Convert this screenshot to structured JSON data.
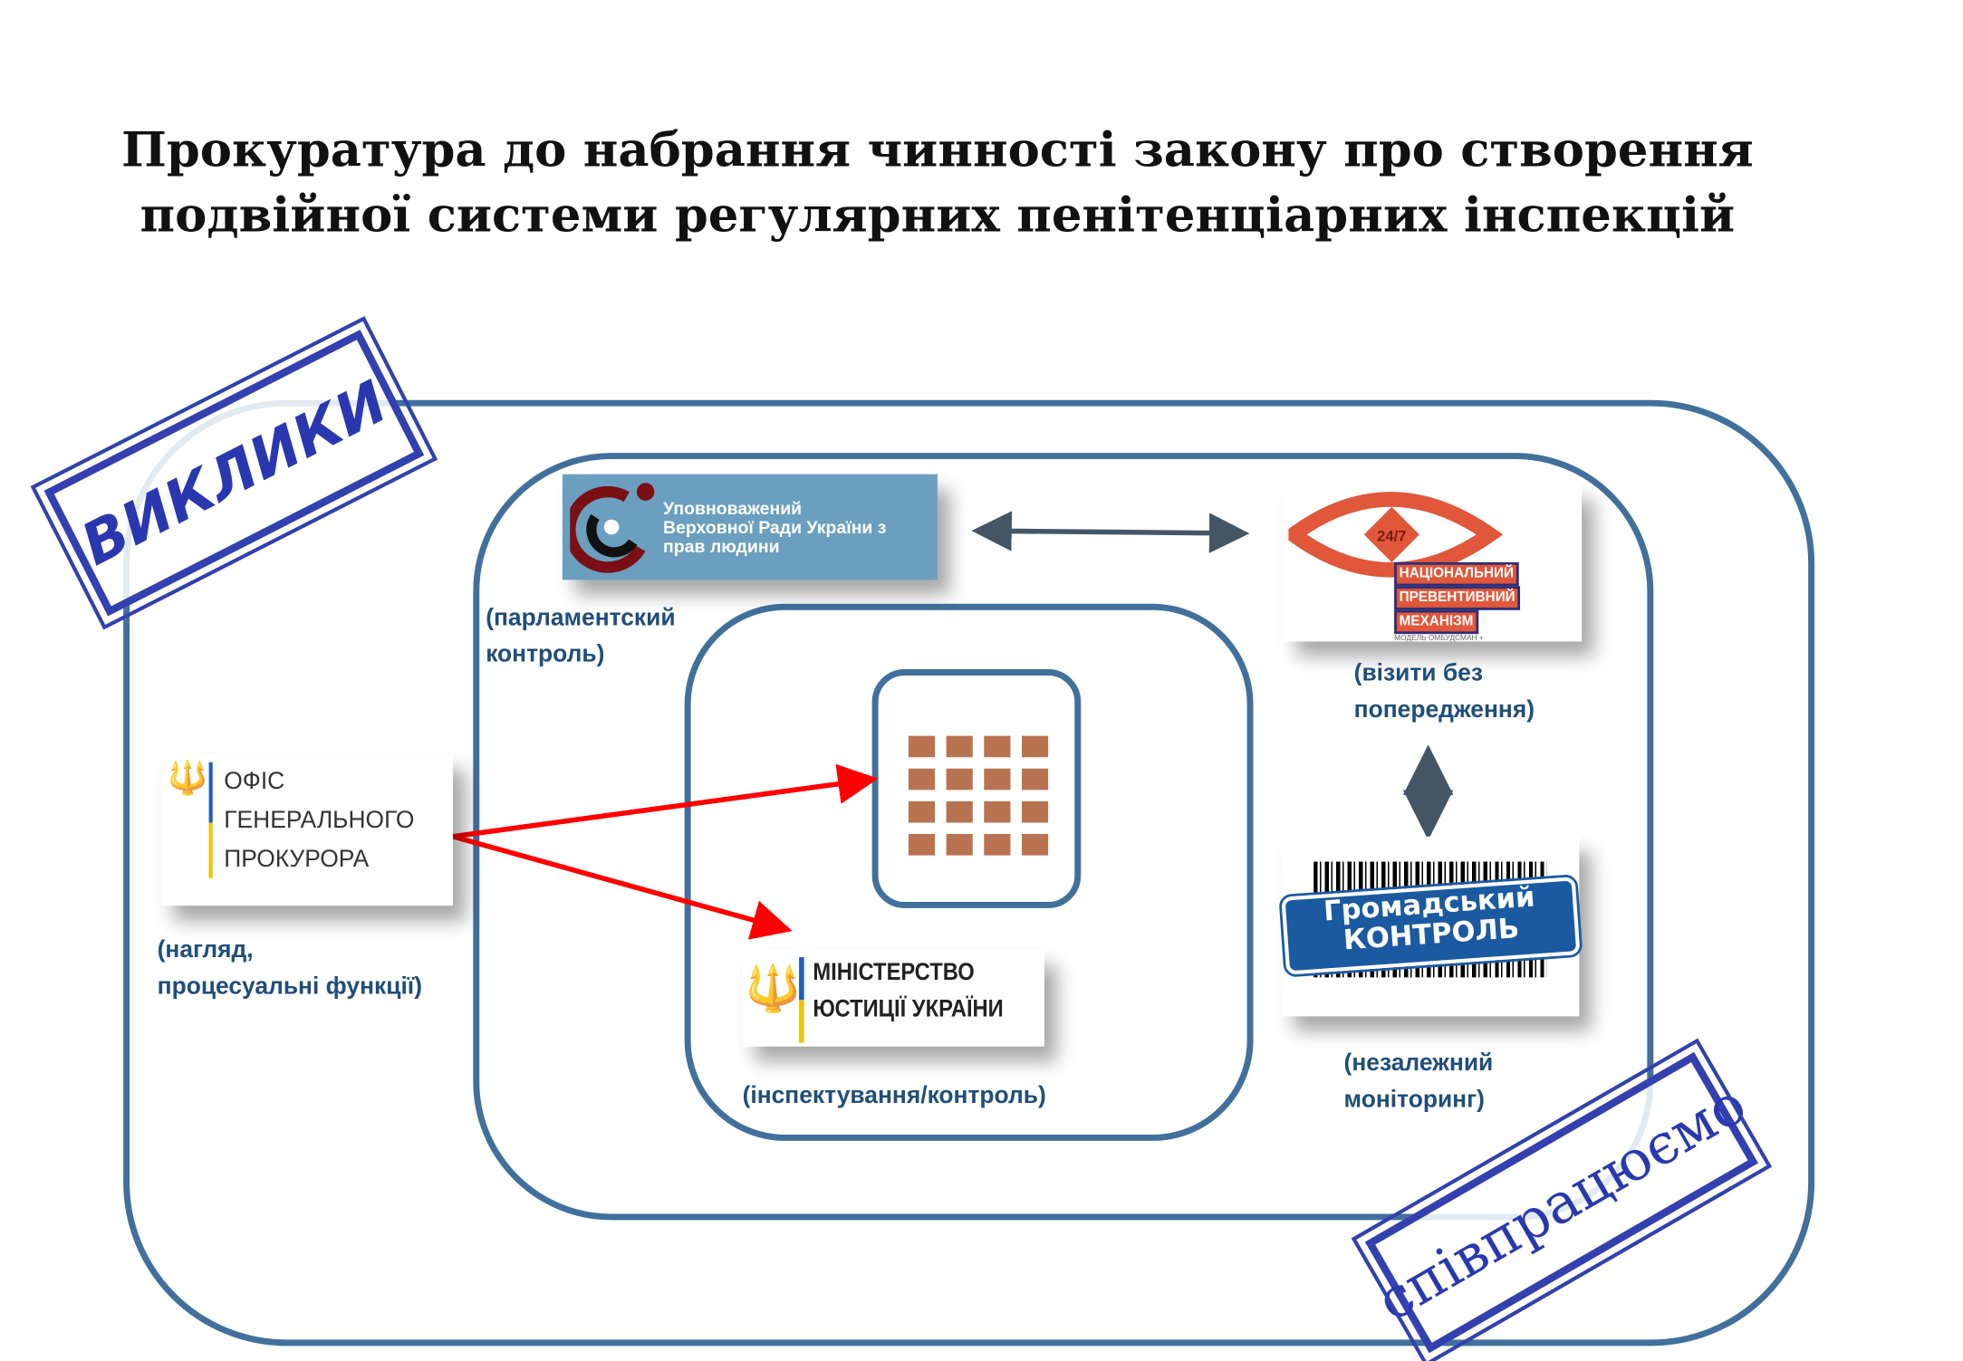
{
  "title": {
    "line1": "Прокуратура до набрання чинності закону про створення",
    "line2": "подвійної системи регулярних пенітенціарних інспекцій"
  },
  "ombudsman": {
    "logo_text": [
      "Уповноважений",
      "Верховної Ради України з",
      "прав людини"
    ],
    "label": [
      "(парламентский",
      "контроль)"
    ]
  },
  "npm": {
    "logo_badge": "24/7",
    "logo_text": [
      "НАЦІОНАЛЬНИЙ",
      "ПРЕВЕНТИВНИЙ",
      "МЕХАНІЗМ"
    ],
    "logo_sub": "МОДЕЛЬ ОМБУДСМАН +",
    "label": [
      "(візити без",
      "попередження)"
    ]
  },
  "civic": {
    "logo_text": [
      "Громадський",
      "контроль"
    ],
    "label": [
      "(незалежний",
      "моніторинг)"
    ]
  },
  "prosecutor": {
    "logo_text": [
      "ОФІС",
      "ГЕНЕРАЛЬНОГО",
      "ПРОКУРОРА"
    ],
    "label": [
      "(нагляд,",
      "процесуальні функції)"
    ]
  },
  "ministry": {
    "logo_text": [
      "МІНІСТЕРСТВО",
      "ЮСТИЦІЇ УКРАЇНИ"
    ],
    "label": "(інспектування/контроль)"
  },
  "stamps": {
    "challenges": "ВИКЛИКИ",
    "cooperate": "співпрацюємо"
  },
  "colors": {
    "frame": "#41709c",
    "label": "#1f4e79",
    "arrow_red": "#ff0000",
    "arrow_dark": "#445566",
    "brick": "#b87350",
    "stamp": "#2a38b0"
  }
}
